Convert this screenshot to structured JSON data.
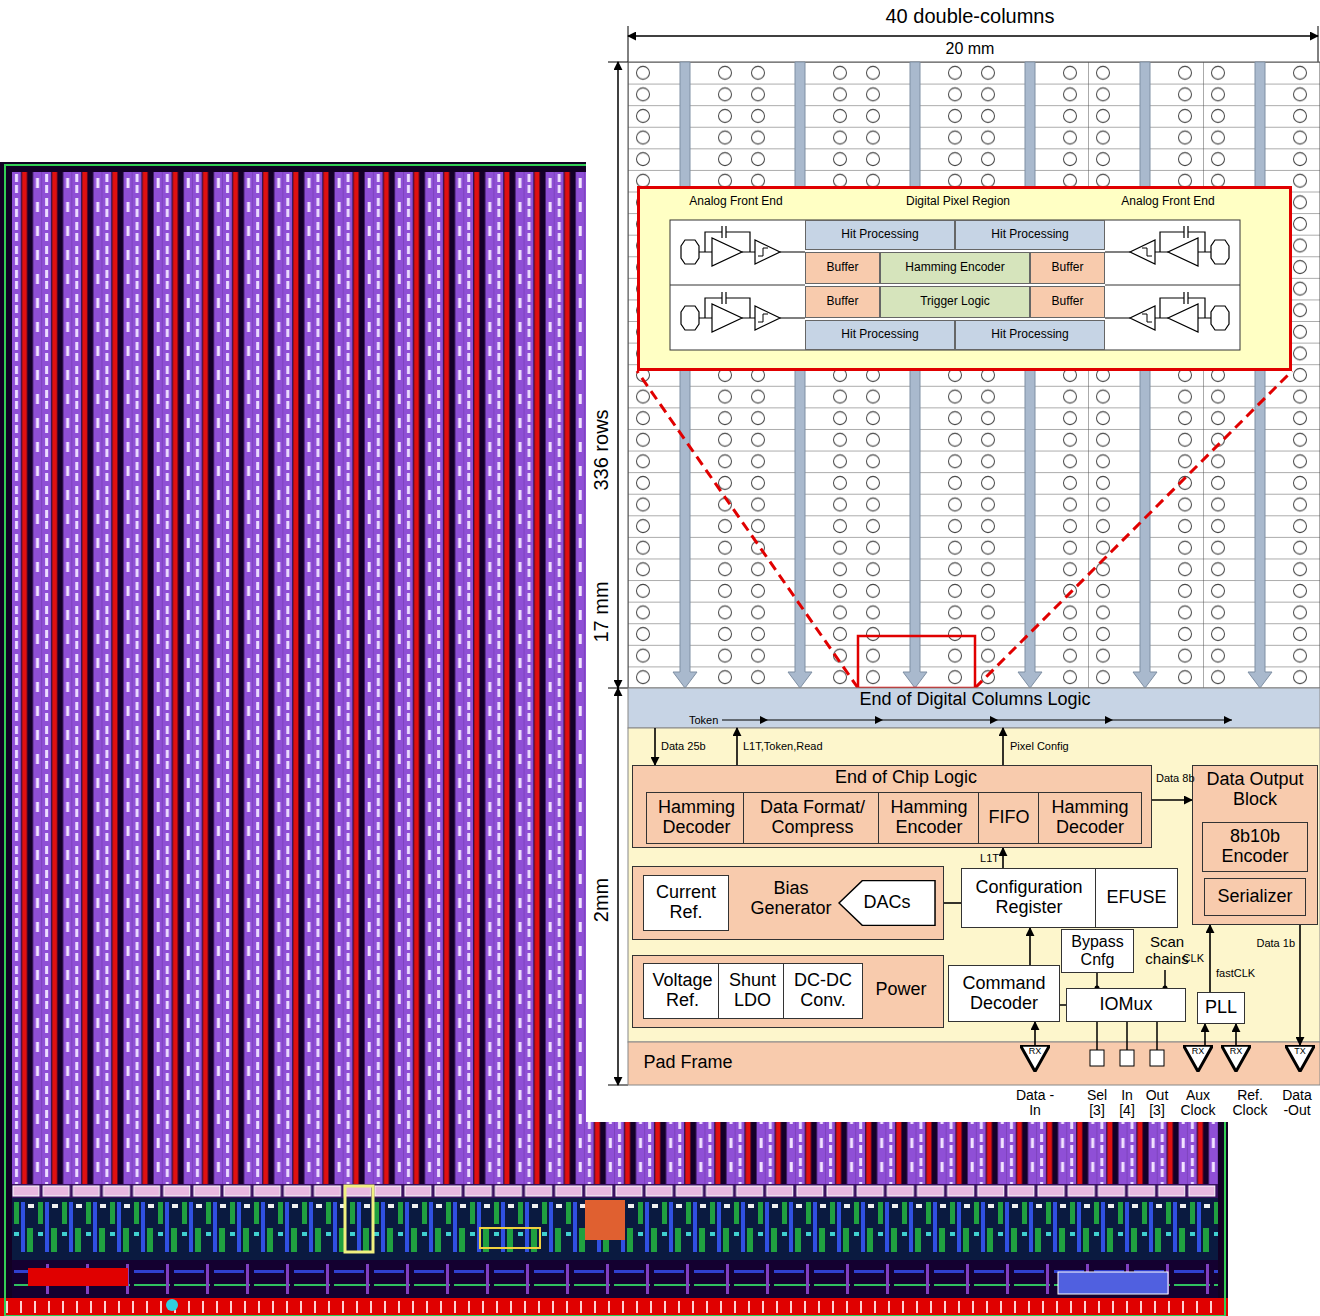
{
  "diagram": {
    "nodes": [
      {
        "text": [
          "Analog Front End",
          "Digital Pixel Region",
          "Analog Front End"
        ]
      },
      {
        "text": [
          "Hit Processing"
        ],
        "in": 0
      },
      {
        "text": [
          "Hit Processing"
        ],
        "in": 0
      },
      {
        "text": [
          "Buffer"
        ],
        "in": 0
      },
      {
        "text": [
          "Hamming Encoder"
        ],
        "in": 0
      },
      {
        "text": [
          "Buffer"
        ],
        "in": 0
      },
      {
        "text": [
          "Buffer"
        ],
        "in": 0
      },
      {
        "text": [
          "Trigger Logic"
        ],
        "in": 0
      },
      {
        "text": [
          "Buffer"
        ],
        "in": 0
      },
      {
        "text": [
          "Hit Processing"
        ],
        "in": 0
      },
      {
        "text": [
          "Hit Processing"
        ],
        "in": 0
      },
      {
        "text": [
          "End of Digital Columns Logic"
        ]
      },
      {
        "text": [
          "End of Chip Logic"
        ]
      },
      {
        "text": [
          "Hamming Decoder"
        ],
        "in": 12
      },
      {
        "text": [
          "Data Format/ Compress"
        ],
        "in": 12
      },
      {
        "text": [
          "Hamming Encoder"
        ],
        "in": 12
      },
      {
        "text": [
          "FIFO"
        ],
        "in": 12
      },
      {
        "text": [
          "Hamming Decoder"
        ],
        "in": 12
      },
      {
        "text": [
          "Data Output Block"
        ]
      },
      {
        "text": [
          "8b10b Encoder"
        ],
        "in": 18
      },
      {
        "text": [
          "Serializer"
        ],
        "in": 18
      },
      {
        "text": [
          "Bias Generator"
        ]
      },
      {
        "text": [
          "Current Ref."
        ],
        "in": 21
      },
      {
        "text": [
          "DACs"
        ],
        "in": 21
      },
      {
        "text": [
          "Configuration Register"
        ]
      },
      {
        "text": [
          "EFUSE"
        ]
      },
      {
        "text": [
          "Power"
        ]
      },
      {
        "text": [
          "Voltage Ref."
        ],
        "in": 26
      },
      {
        "text": [
          "Shunt LDO"
        ],
        "in": 26
      },
      {
        "text": [
          "DC-DC Conv."
        ],
        "in": 26
      },
      {
        "text": [
          "Bypass Cnfg"
        ]
      },
      {
        "text": [
          "Command Decoder"
        ]
      },
      {
        "text": [
          "IOMux"
        ]
      },
      {
        "text": [
          "PLL"
        ]
      },
      {
        "text": [
          "Pad Frame"
        ]
      },
      {
        "text": [
          "RX"
        ],
        "in": 34
      },
      {
        "text": [
          "RX"
        ],
        "in": 34
      },
      {
        "text": [
          "RX"
        ],
        "in": 34
      },
      {
        "text": [
          "TX"
        ],
        "in": 34
      }
    ],
    "edges": [
      {
        "from": 11,
        "to": 12,
        "arrow": "to"
      },
      {
        "from": 12,
        "to": 11,
        "arrow": "to"
      },
      {
        "from": 12,
        "to": 11,
        "arrow": "to"
      },
      {
        "from": 12,
        "to": 18,
        "arrow": "to"
      },
      {
        "from": 24,
        "to": 12,
        "arrow": "to"
      },
      {
        "from": 24,
        "to": 23,
        "arrow": "to"
      },
      {
        "from": 31,
        "to": 24,
        "arrow": "to"
      },
      {
        "from": 33,
        "to": 18,
        "arrow": "to"
      },
      {
        "from": 18,
        "to": 38,
        "arrow": "to"
      },
      {
        "from": 35,
        "to": 31,
        "arrow": "to"
      },
      {
        "from": 36,
        "to": 33,
        "arrow": "to"
      },
      {
        "from": 37,
        "to": 33,
        "arrow": "to"
      }
    ],
    "labels": [
      "40 double-columns",
      "20 mm",
      "336 rows",
      "17 mm",
      "2mm",
      "Token",
      "Data 25b",
      "L1T,Token,Read",
      "Pixel Config",
      "Data 8b",
      "L1T",
      "Scan chains",
      "Data 1b",
      "CLK",
      "fastCLK",
      "Data -In",
      "Sel [3]",
      "In [4]",
      "Out [3]",
      "Aux Clock",
      "Ref. Clock",
      "Data -Out"
    ]
  }
}
